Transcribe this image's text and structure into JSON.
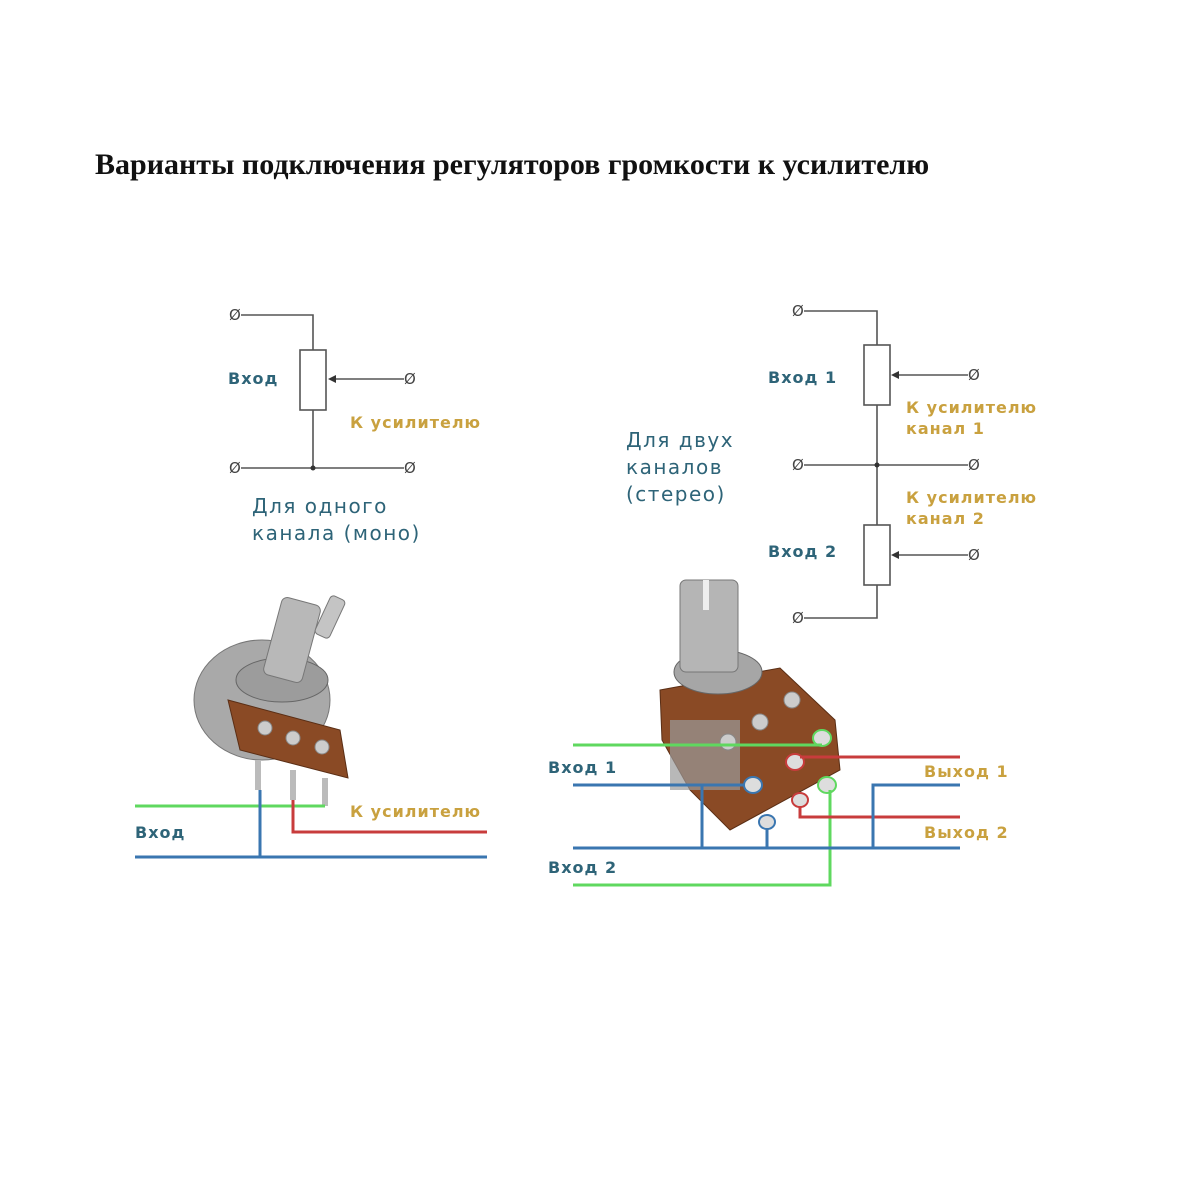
{
  "title": "Варианты подключения регуляторов громкости к усилителю",
  "mono": {
    "input_label": "Вход",
    "amp_label": "К усилителю",
    "caption_line1": "Для одного",
    "caption_line2": "канала (моно)",
    "photo_input_label": "Вход",
    "photo_amp_label": "К усилителю"
  },
  "stereo": {
    "input1_label": "Вход 1",
    "input2_label": "Вход 2",
    "amp1_line1": "К усилителю",
    "amp1_line2": "канал 1",
    "amp2_line1": "К усилителю",
    "amp2_line2": "канал 2",
    "caption_line1": "Для двух",
    "caption_line2": "каналов",
    "caption_line3": "(стерео)",
    "photo_input1_label": "Вход 1",
    "photo_input2_label": "Вход 2",
    "photo_output1_label": "Выход 1",
    "photo_output2_label": "Выход 2"
  },
  "terminal_symbol": "Ø",
  "colors": {
    "label_teal": "#2e6478",
    "label_orange": "#c9a13f",
    "wire_blue": "#3a76b0",
    "wire_green": "#5fd85f",
    "wire_red": "#c83c3c"
  }
}
